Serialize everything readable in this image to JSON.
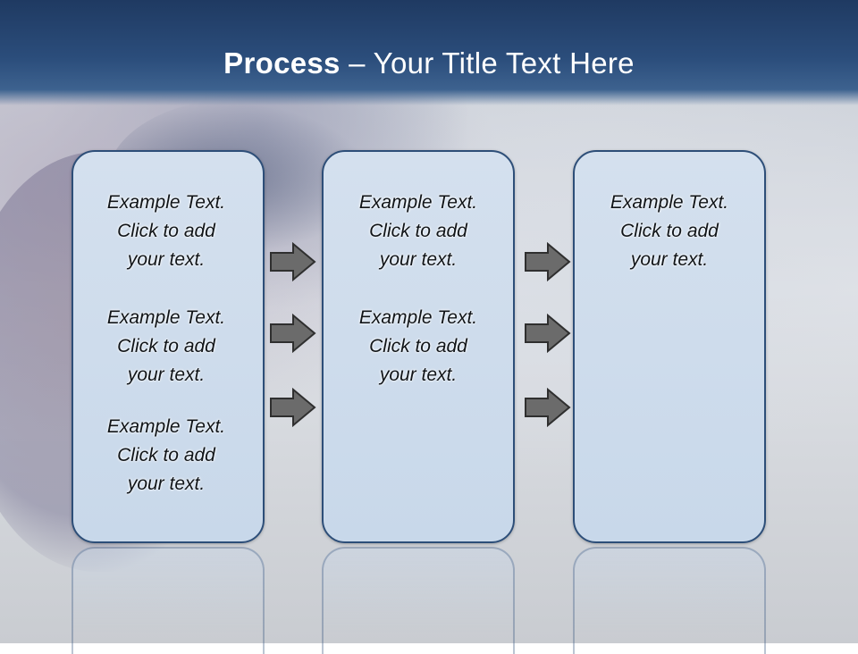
{
  "slide": {
    "title_bold": "Process",
    "title_rest": " – Your Title Text Here"
  },
  "columns": [
    {
      "items": [
        {
          "line1": "Example Text.",
          "line2": "Click  to add",
          "line3": "your text."
        },
        {
          "line1": "Example Text.",
          "line2": "Click  to add",
          "line3": "your text."
        },
        {
          "line1": "Example Text.",
          "line2": "Click  to add",
          "line3": "your text."
        }
      ]
    },
    {
      "items": [
        {
          "line1": "Example Text.",
          "line2": "Click  to add",
          "line3": "your text."
        },
        {
          "line1": "Example Text.",
          "line2": "Click  to add",
          "line3": "your text."
        }
      ]
    },
    {
      "items": [
        {
          "line1": "Example Text.",
          "line2": "Click  to add",
          "line3": "your text."
        }
      ]
    }
  ],
  "colors": {
    "header": "#2b4d7b",
    "box_fill": "#c8d8ea",
    "box_border": "#2d4e78",
    "arrow_fill": "#6b6b6b"
  },
  "icons": {
    "arrow": "right-arrow-icon"
  }
}
